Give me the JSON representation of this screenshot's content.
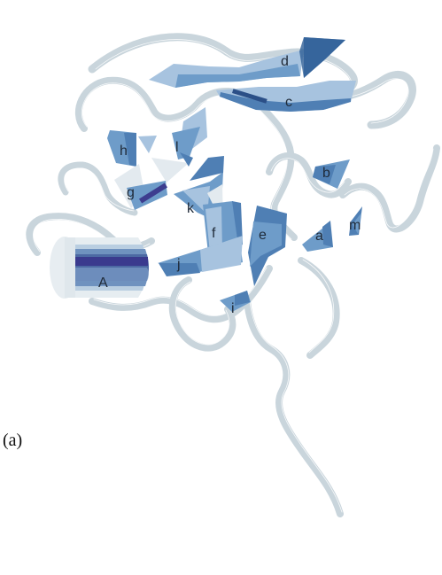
{
  "panel_label": "(a)",
  "labels": {
    "d": "d",
    "c": "c",
    "h": "h",
    "l": "l",
    "g": "g",
    "k": "k",
    "b": "b",
    "a": "a",
    "m": "m",
    "e": "e",
    "f": "f",
    "j": "j",
    "A": "A",
    "i": "i"
  },
  "colors": {
    "coil": "#c9d5dc",
    "strand_dark": "#4f7fb4",
    "strand_mid": "#6e9cc9",
    "strand_light": "#a7c3df",
    "helix_core": "#3f3f8f",
    "helix_band": "#6f92bf",
    "helix_light": "#e7edf1"
  }
}
